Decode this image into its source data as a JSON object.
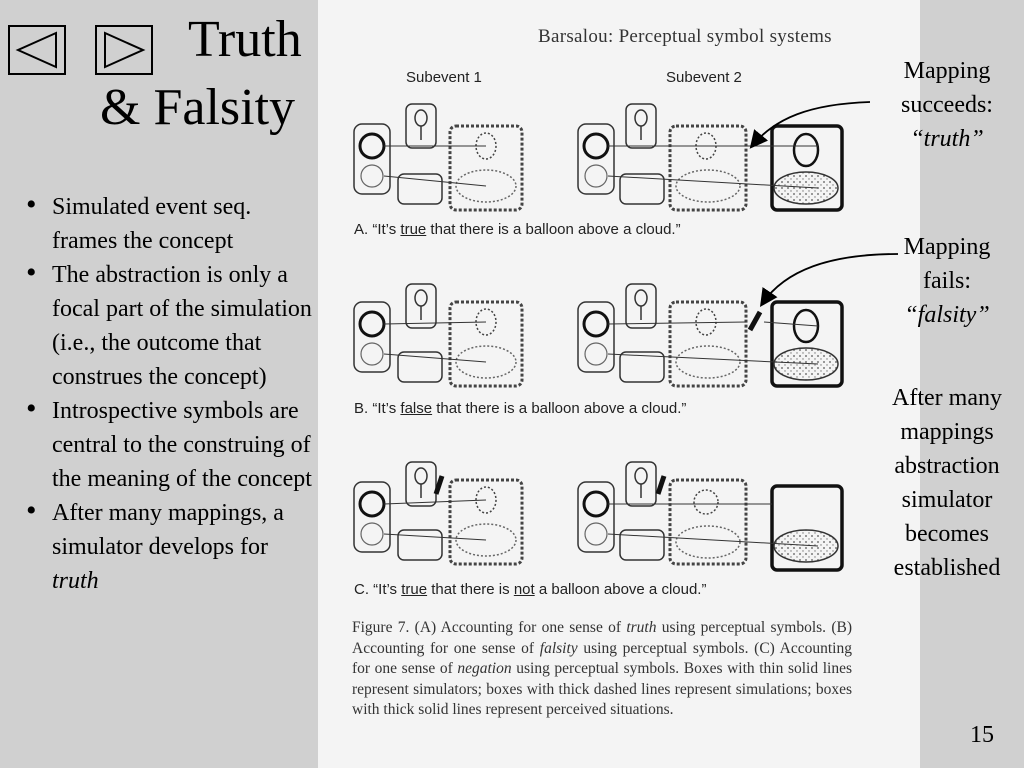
{
  "nav": {
    "prev_icon": "triangle-left-icon",
    "next_icon": "triangle-right-icon"
  },
  "title": {
    "line1": "Truth",
    "line2": "& Falsity"
  },
  "bullets": [
    "Simulated event seq. frames the concept",
    "The abstraction is only a focal part of the simulation (i.e., the outcome that construes the concept)",
    "Introspective symbols are central to the construing of the meaning of the concept"
  ],
  "bullet_last": {
    "text": "After many mappings, a simulator develops for ",
    "emphasis": "truth"
  },
  "figure": {
    "header": "Barsalou: Perceptual symbol systems",
    "subevent1": "Subevent 1",
    "subevent2": "Subevent 2",
    "sentence_a": {
      "prefix": "A.  “It’s ",
      "key": "true",
      "suffix": " that there is a balloon above a cloud.”"
    },
    "sentence_b": {
      "prefix": "B.  “It’s ",
      "key": "false",
      "suffix": " that there is a balloon above a cloud.”"
    },
    "sentence_c": {
      "prefix": "C.  “It’s ",
      "key": "true",
      "middle": " that there is ",
      "key2": "not",
      "suffix": " a balloon above a cloud.”"
    },
    "caption": {
      "p1": "Figure 7.    (A) Accounting for one sense of ",
      "e1": "truth",
      "p2": " using perceptual symbols. (B) Accounting for one sense of ",
      "e2": "falsity",
      "p3": " using perceptual symbols. (C) Accounting for one sense of ",
      "e3": "negation",
      "p4": " using perceptual symbols. Boxes with thin solid lines represent simulators; boxes with thick dashed lines represent simulations; boxes with thick solid lines represent perceived situations."
    }
  },
  "notes": {
    "truth": {
      "line1": "Mapping",
      "line2": "succeeds:",
      "em": "“truth”"
    },
    "falsity": {
      "line1": "Mapping",
      "line2": "fails:",
      "em": "“falsity”"
    },
    "after": [
      "After many",
      "mappings",
      "abstraction",
      "simulator",
      "becomes",
      "established"
    ]
  },
  "page_number": "15"
}
